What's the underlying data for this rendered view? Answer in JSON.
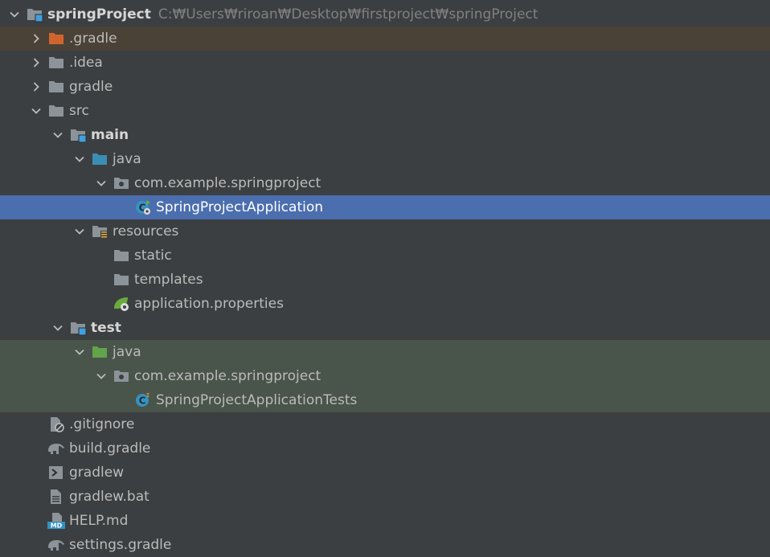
{
  "root": {
    "name": "springProject",
    "path": "C:₩Users₩riroan₩Desktop₩firstproject₩springProject"
  },
  "colors": {
    "panel_bg": "#3c3f41",
    "selected_bg": "#4b6eaf",
    "excluded_bg": "#4b4237",
    "test_bg": "#49544a",
    "folder_gray": "#8c9399",
    "folder_orange": "#d1642e",
    "folder_source_blue": "#3b8eb3",
    "folder_test_green": "#62a34c",
    "module_marker": "#40a0e0",
    "spring_green": "#6aab3f"
  },
  "items": [
    {
      "label": "springProject",
      "depth": 0,
      "expand": "open",
      "icon": "module-folder-icon",
      "bold": true,
      "path_bind": true
    },
    {
      "label": ".gradle",
      "depth": 1,
      "expand": "closed",
      "icon": "folder-excluded-icon",
      "state": "excluded"
    },
    {
      "label": ".idea",
      "depth": 1,
      "expand": "closed",
      "icon": "folder-icon"
    },
    {
      "label": "gradle",
      "depth": 1,
      "expand": "closed",
      "icon": "folder-icon"
    },
    {
      "label": "src",
      "depth": 1,
      "expand": "open",
      "icon": "folder-icon"
    },
    {
      "label": "main",
      "depth": 2,
      "expand": "open",
      "icon": "module-folder-icon",
      "bold": true
    },
    {
      "label": "java",
      "depth": 3,
      "expand": "open",
      "icon": "source-root-folder-icon"
    },
    {
      "label": "com.example.springproject",
      "depth": 4,
      "expand": "open",
      "icon": "package-icon"
    },
    {
      "label": "SpringProjectApplication",
      "depth": 5,
      "expand": "none",
      "icon": "spring-boot-class-icon",
      "state": "selected"
    },
    {
      "label": "resources",
      "depth": 3,
      "expand": "open",
      "icon": "resources-folder-icon"
    },
    {
      "label": "static",
      "depth": 4,
      "expand": "none",
      "icon": "folder-icon"
    },
    {
      "label": "templates",
      "depth": 4,
      "expand": "none",
      "icon": "folder-icon"
    },
    {
      "label": "application.properties",
      "depth": 4,
      "expand": "none",
      "icon": "spring-properties-icon"
    },
    {
      "label": "test",
      "depth": 2,
      "expand": "open",
      "icon": "module-folder-icon",
      "bold": true
    },
    {
      "label": "java",
      "depth": 3,
      "expand": "open",
      "icon": "test-root-folder-icon",
      "state": "test"
    },
    {
      "label": "com.example.springproject",
      "depth": 4,
      "expand": "open",
      "icon": "package-icon",
      "state": "test"
    },
    {
      "label": "SpringProjectApplicationTests",
      "depth": 5,
      "expand": "none",
      "icon": "test-class-icon",
      "state": "test"
    },
    {
      "label": ".gitignore",
      "depth": 1,
      "expand": "none",
      "icon": "ignore-file-icon"
    },
    {
      "label": "build.gradle",
      "depth": 1,
      "expand": "none",
      "icon": "gradle-elephant-icon"
    },
    {
      "label": "gradlew",
      "depth": 1,
      "expand": "none",
      "icon": "shell-script-icon"
    },
    {
      "label": "gradlew.bat",
      "depth": 1,
      "expand": "none",
      "icon": "text-file-icon"
    },
    {
      "label": "HELP.md",
      "depth": 1,
      "expand": "none",
      "icon": "markdown-file-icon",
      "badge": "MD"
    },
    {
      "label": "settings.gradle",
      "depth": 1,
      "expand": "none",
      "icon": "gradle-elephant-icon"
    }
  ]
}
